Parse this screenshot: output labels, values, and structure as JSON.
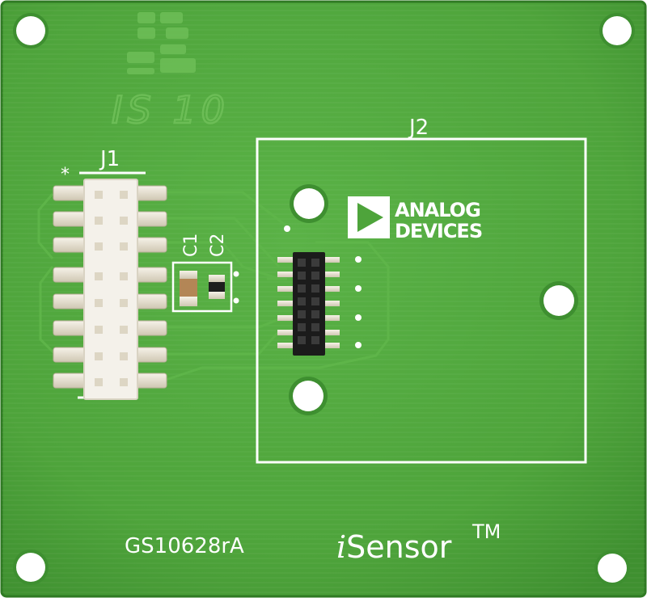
{
  "board": {
    "labels": {
      "j1": "J1",
      "j2": "J2",
      "c1": "C1",
      "c2": "C2",
      "marker": "*",
      "revision": "IS 10",
      "part_number": "GS10628rA",
      "brand_italic": "i",
      "brand_rest": "Sensor",
      "trademark": "TM"
    },
    "vendor_logo": {
      "line1": "ANALOG",
      "line2": "DEVICES"
    },
    "colors": {
      "pcb": "#4fa53c",
      "silkscreen": "#ffffff",
      "connector_body": "#f3f0e8",
      "pad": "#e7e2d4",
      "connector_dark": "#1b1b1b"
    }
  }
}
